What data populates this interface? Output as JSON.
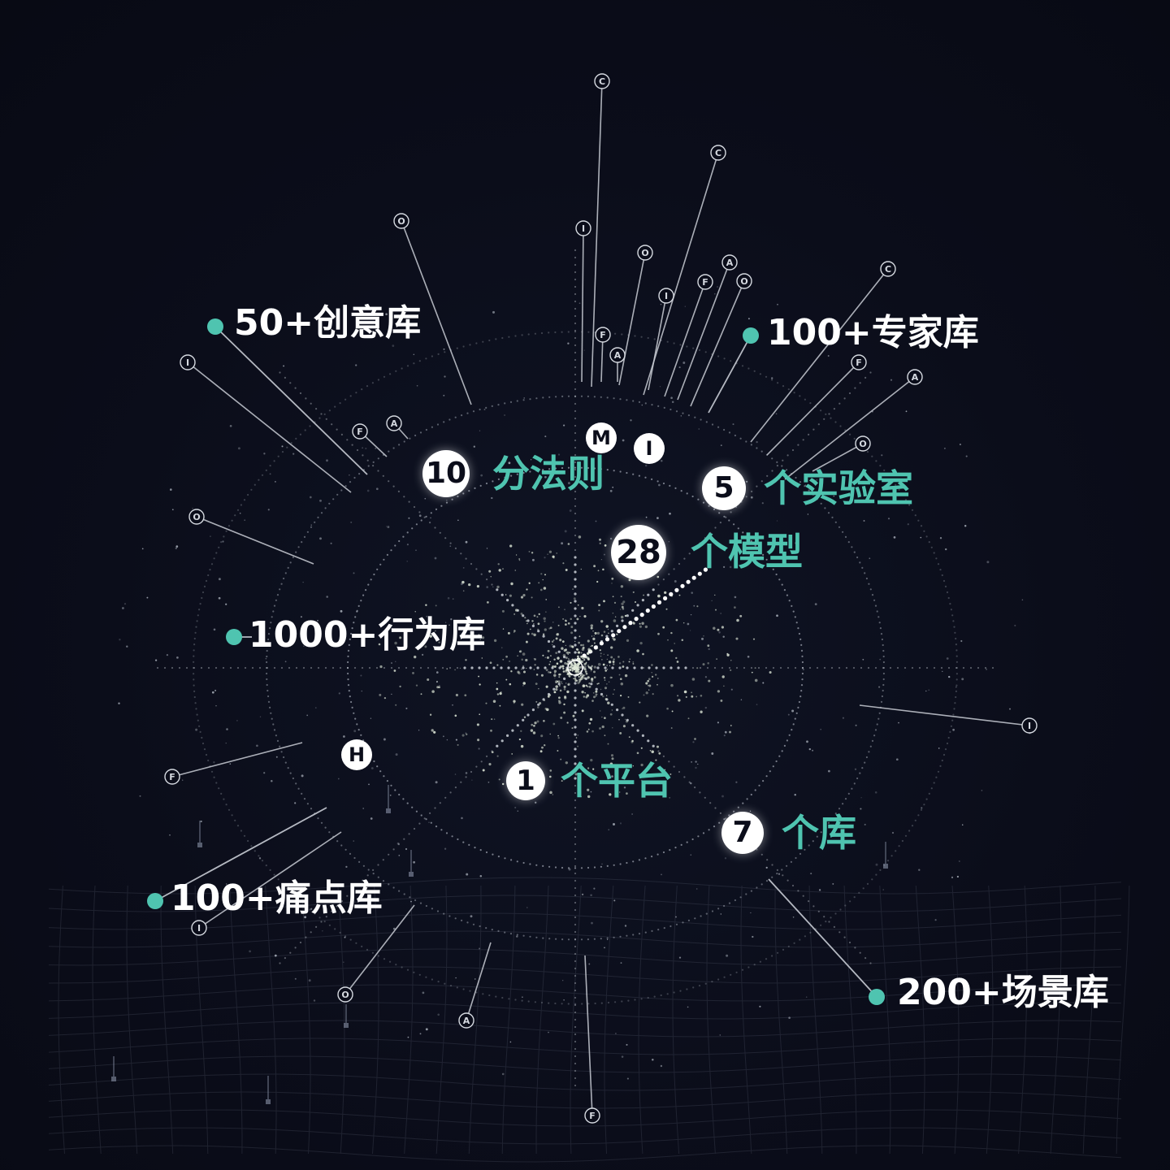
{
  "colors": {
    "background": "#0b0d1a",
    "accent": "#4fc4b0",
    "line": "#c8ccd4",
    "node_fill": "#ffffff"
  },
  "libraries": [
    {
      "id": "creative",
      "text": "50+创意库"
    },
    {
      "id": "expert",
      "text": "100+专家库"
    },
    {
      "id": "behavior",
      "text": "1000+行为库"
    },
    {
      "id": "pain",
      "text": "100+痛点库"
    },
    {
      "id": "scene",
      "text": "200+场景库"
    }
  ],
  "categories": [
    {
      "id": "rules",
      "number": "10",
      "text": "分法则"
    },
    {
      "id": "labs",
      "number": "5",
      "text": "个实验室"
    },
    {
      "id": "models",
      "number": "28",
      "text": "个模型"
    },
    {
      "id": "platform",
      "number": "1",
      "text": "个平台"
    },
    {
      "id": "libs",
      "number": "7",
      "text": "个库"
    }
  ],
  "letter_nodes": [
    {
      "id": "m",
      "letter": "M"
    },
    {
      "id": "i",
      "letter": "I"
    },
    {
      "id": "h",
      "letter": "H"
    }
  ],
  "endpoint_letters": [
    "C",
    "C",
    "O",
    "I",
    "O",
    "I",
    "F",
    "A",
    "O",
    "C",
    "F",
    "A",
    "O",
    "I",
    "F",
    "A",
    "O",
    "I",
    "F",
    "I",
    "O",
    "A",
    "F",
    "F",
    "A"
  ]
}
